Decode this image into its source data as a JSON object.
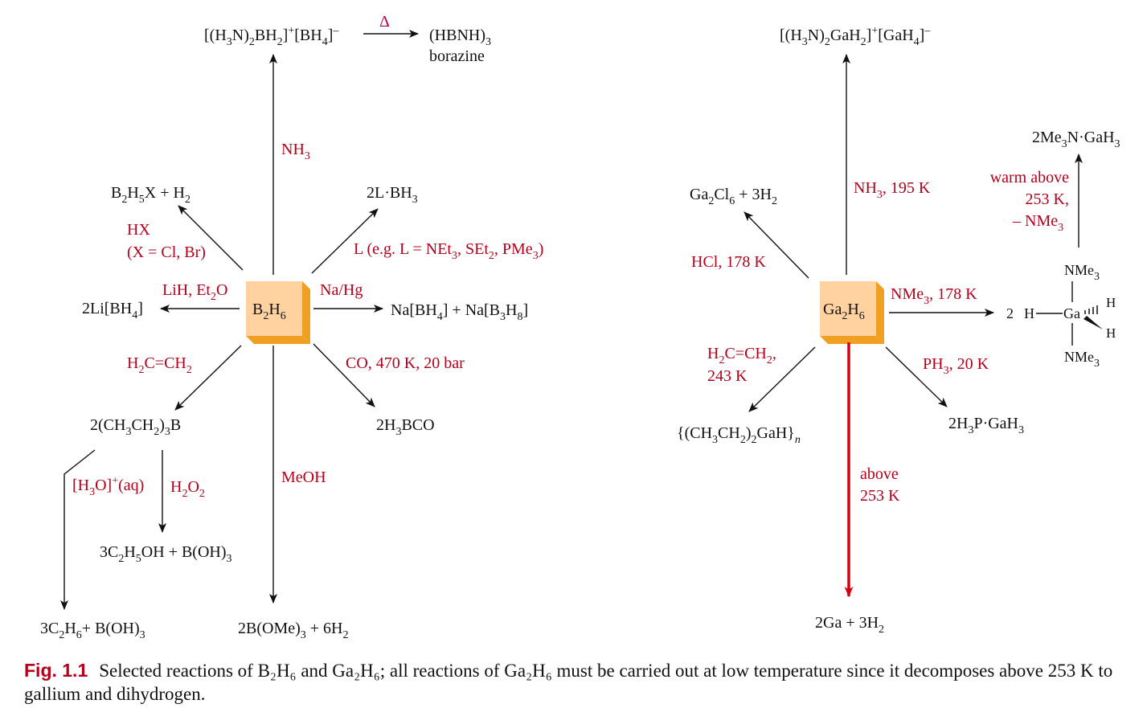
{
  "colors": {
    "black": "#111111",
    "red": "#b3001b",
    "arrow_red": "#d3000f",
    "magenta": "#b3004b",
    "box_front": "#ffd2a0",
    "box_side": "#f0a020",
    "box_top": "#f8c060"
  },
  "b2h6": {
    "center_label": [
      "B",
      "2",
      "H",
      "6"
    ],
    "top_product": [
      "[(H",
      "3",
      "N)",
      "2",
      "BH",
      "2",
      "]",
      "+",
      "[BH",
      "4",
      "]",
      "–"
    ],
    "top_condition": [
      "NH",
      "3"
    ],
    "delta": "Δ",
    "borazine_formula": [
      "(HBNH)",
      "3"
    ],
    "borazine_name": "borazine",
    "upper_left_product": [
      "B",
      "2",
      "H",
      "5",
      "X + H",
      "2"
    ],
    "upper_left_condition_1": "HX",
    "upper_left_condition_2": "(X = Cl, Br)",
    "upper_right_product": [
      "2L·BH",
      "3"
    ],
    "upper_right_condition": [
      "L (e.g. L = NEt",
      "3",
      ", SEt",
      "2",
      ", PMe",
      "3",
      ")"
    ],
    "left_product": [
      "2Li[BH",
      "4",
      "]"
    ],
    "left_condition": [
      "LiH, Et",
      "2",
      "O"
    ],
    "right_product": [
      "Na[BH",
      "4",
      "] + Na[B",
      "3",
      "H",
      "8",
      "]"
    ],
    "right_condition": "Na/Hg",
    "lower_left_condition": [
      "H",
      "2",
      "C=CH",
      "2"
    ],
    "lower_left_product": [
      "2(CH",
      "3",
      "CH",
      "2",
      ")",
      "3",
      "B"
    ],
    "acid_condition": [
      "[H",
      "3",
      "O]",
      "+",
      "(aq)"
    ],
    "peroxide_condition": [
      "H",
      "2",
      "O",
      "2"
    ],
    "ethanol_product": [
      "3C",
      "2",
      "H",
      "5",
      "OH + B(OH)",
      "3"
    ],
    "ethane_product": [
      "3C",
      "2",
      "H",
      "6",
      "+ B(OH)",
      "3"
    ],
    "bottom_condition": "MeOH",
    "bottom_product": [
      "2B(OMe)",
      "3",
      " + 6H",
      "2"
    ],
    "lower_right_condition": "CO, 470 K, 20 bar",
    "lower_right_product": [
      "2H",
      "3",
      "BCO"
    ]
  },
  "ga2h6": {
    "center_label": [
      "Ga",
      "2",
      "H",
      "6"
    ],
    "top_product": [
      "[(H",
      "3",
      "N)",
      "2",
      "GaH",
      "2",
      "]",
      "+",
      "[GaH",
      "4",
      "]",
      "–"
    ],
    "top_condition": [
      "NH",
      "3",
      ", 195 K"
    ],
    "upper_left_product": [
      "Ga",
      "2",
      "Cl",
      "6",
      " + 3H",
      "2"
    ],
    "upper_left_condition": "HCl, 178 K",
    "right_condition": [
      "NMe",
      "3",
      ", 178 K"
    ],
    "complex_coefficient": "2",
    "complex_h_left": "H",
    "complex_ga": "Ga",
    "complex_h_upper": "H",
    "complex_h_lower": "H",
    "complex_nme3_top": [
      "NMe",
      "3"
    ],
    "complex_nme3_bottom": [
      "NMe",
      "3"
    ],
    "warm_condition_1": "warm above",
    "warm_condition_2": "253 K,",
    "warm_condition_3": [
      "– NMe",
      "3"
    ],
    "warm_product": [
      "2Me",
      "3",
      "N·GaH",
      "3"
    ],
    "lower_left_condition_1": [
      "H",
      "2",
      "C=CH",
      "2",
      ","
    ],
    "lower_left_condition_2": "243 K",
    "lower_left_product": [
      "{(CH",
      "3",
      "CH",
      "2",
      ")",
      "2",
      "GaH}",
      "n"
    ],
    "decomp_condition_1": "above",
    "decomp_condition_2": "253 K",
    "decomp_product": [
      "2Ga + 3H",
      "2"
    ],
    "lower_right_condition": [
      "PH",
      "3",
      ", 20 K"
    ],
    "lower_right_product": [
      "2H",
      "3",
      "P·GaH",
      "3"
    ]
  },
  "caption": {
    "label": "Fig.  1.1",
    "text": "Selected reactions of B₂H₆ and Ga₂H₆; all reactions of Ga₂H₆ must be carried out at low temperature since it decomposes above 253 K to gallium and dihydrogen."
  }
}
